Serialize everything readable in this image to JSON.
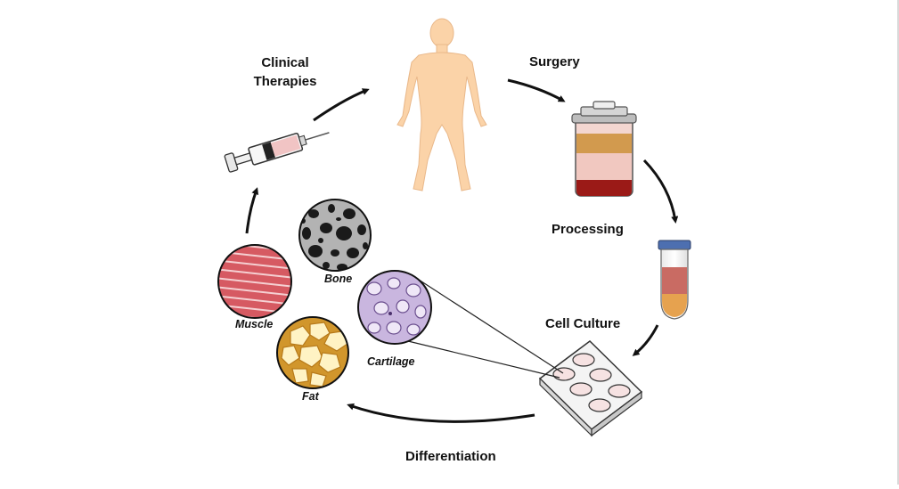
{
  "stages": {
    "clinical_line1": "Clinical",
    "clinical_line2": "Therapies",
    "surgery": "Surgery",
    "processing": "Processing",
    "cell_culture": "Cell Culture",
    "differentiation": "Differentiation"
  },
  "tissues": {
    "bone": "Bone",
    "muscle": "Muscle",
    "cartilage": "Cartilage",
    "fat": "Fat"
  },
  "colors": {
    "skin": "#fbd3a8",
    "blood": "#8e1a16",
    "muscle": "#c8434b",
    "cartilage": "#c7b2dd",
    "fat": "#e8b040",
    "bone": "#a9a9a9"
  },
  "icons": [
    "human-body-icon",
    "blood-jar-icon",
    "test-tube-icon",
    "well-plate-icon",
    "syringe-icon"
  ]
}
